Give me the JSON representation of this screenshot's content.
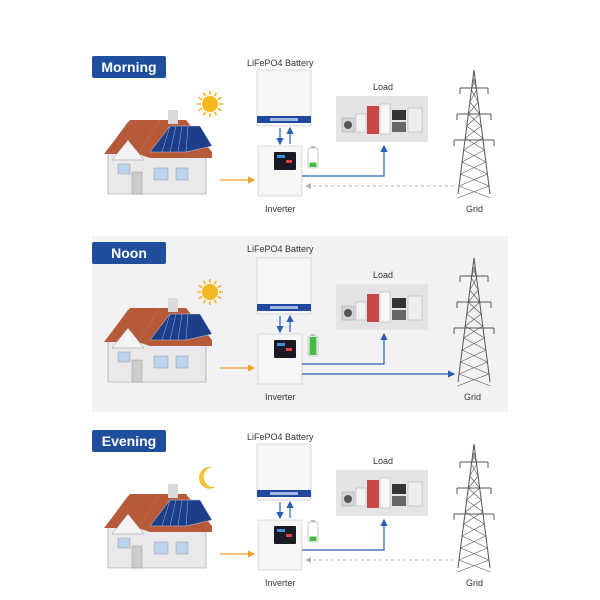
{
  "panels": [
    {
      "id": "morning",
      "label": "Morning",
      "celestial": "sun-icon",
      "shaded": false,
      "battery_charge": 0.25,
      "grid_feed": false
    },
    {
      "id": "noon",
      "label": "Noon",
      "celestial": "sun-icon",
      "shaded": true,
      "battery_charge": 1.0,
      "grid_feed": true
    },
    {
      "id": "evening",
      "label": "Evening",
      "celestial": "moon-icon",
      "shaded": false,
      "battery_charge": 0.25,
      "grid_feed": false
    }
  ],
  "labels": {
    "battery": "LiFePO4 Battery",
    "load": "Load",
    "inverter": "Inverter",
    "grid": "Grid"
  },
  "colors": {
    "label_bg": "#1f4e9c",
    "flow_blue": "#2a5fb0",
    "flow_orange": "#f0a030",
    "flow_grey": "#b0b0b0",
    "sun": "#f5b820",
    "moon": "#f2c23a",
    "roof": "#b65a3a",
    "battery_green": "#44bb44",
    "noon_bg": "#f2f2f4"
  }
}
